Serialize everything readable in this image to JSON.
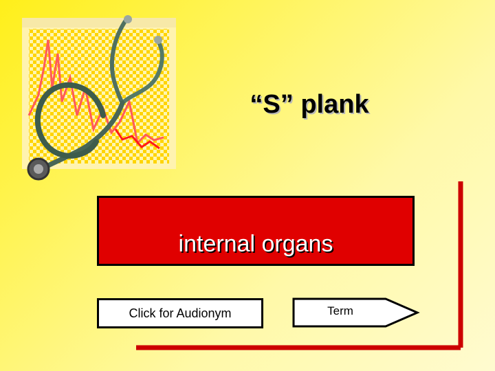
{
  "slide": {
    "title": "“S” plank",
    "term": "internal organs",
    "audio_button_label": "Click for Audionym",
    "term_button_label": "Term"
  },
  "colors": {
    "background_start": "#ffef1a",
    "background_end": "#fffbd0",
    "term_box_fill": "#e00000",
    "bracket": "#cc0000",
    "text": "#000000"
  },
  "icons": {
    "clipart": "stethoscope-chart-icon",
    "next": "arrow-right-icon"
  }
}
